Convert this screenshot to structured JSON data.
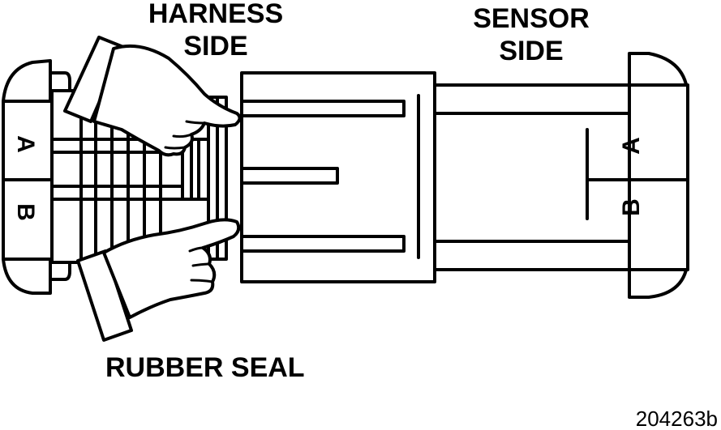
{
  "labels": {
    "harness_line1": "HARNESS",
    "harness_line2": "SIDE",
    "sensor_line1": "SENSOR",
    "sensor_line2": "SIDE",
    "rubber_seal": "RUBBER SEAL",
    "figure_id": "204263b"
  },
  "pins": {
    "harness_a": "A",
    "harness_b": "B",
    "sensor_a": "A",
    "sensor_b": "B"
  },
  "colors": {
    "line": "#000000",
    "background": "#ffffff"
  },
  "icons": [
    "pointing-hand-icon",
    "pointing-hand-icon"
  ]
}
